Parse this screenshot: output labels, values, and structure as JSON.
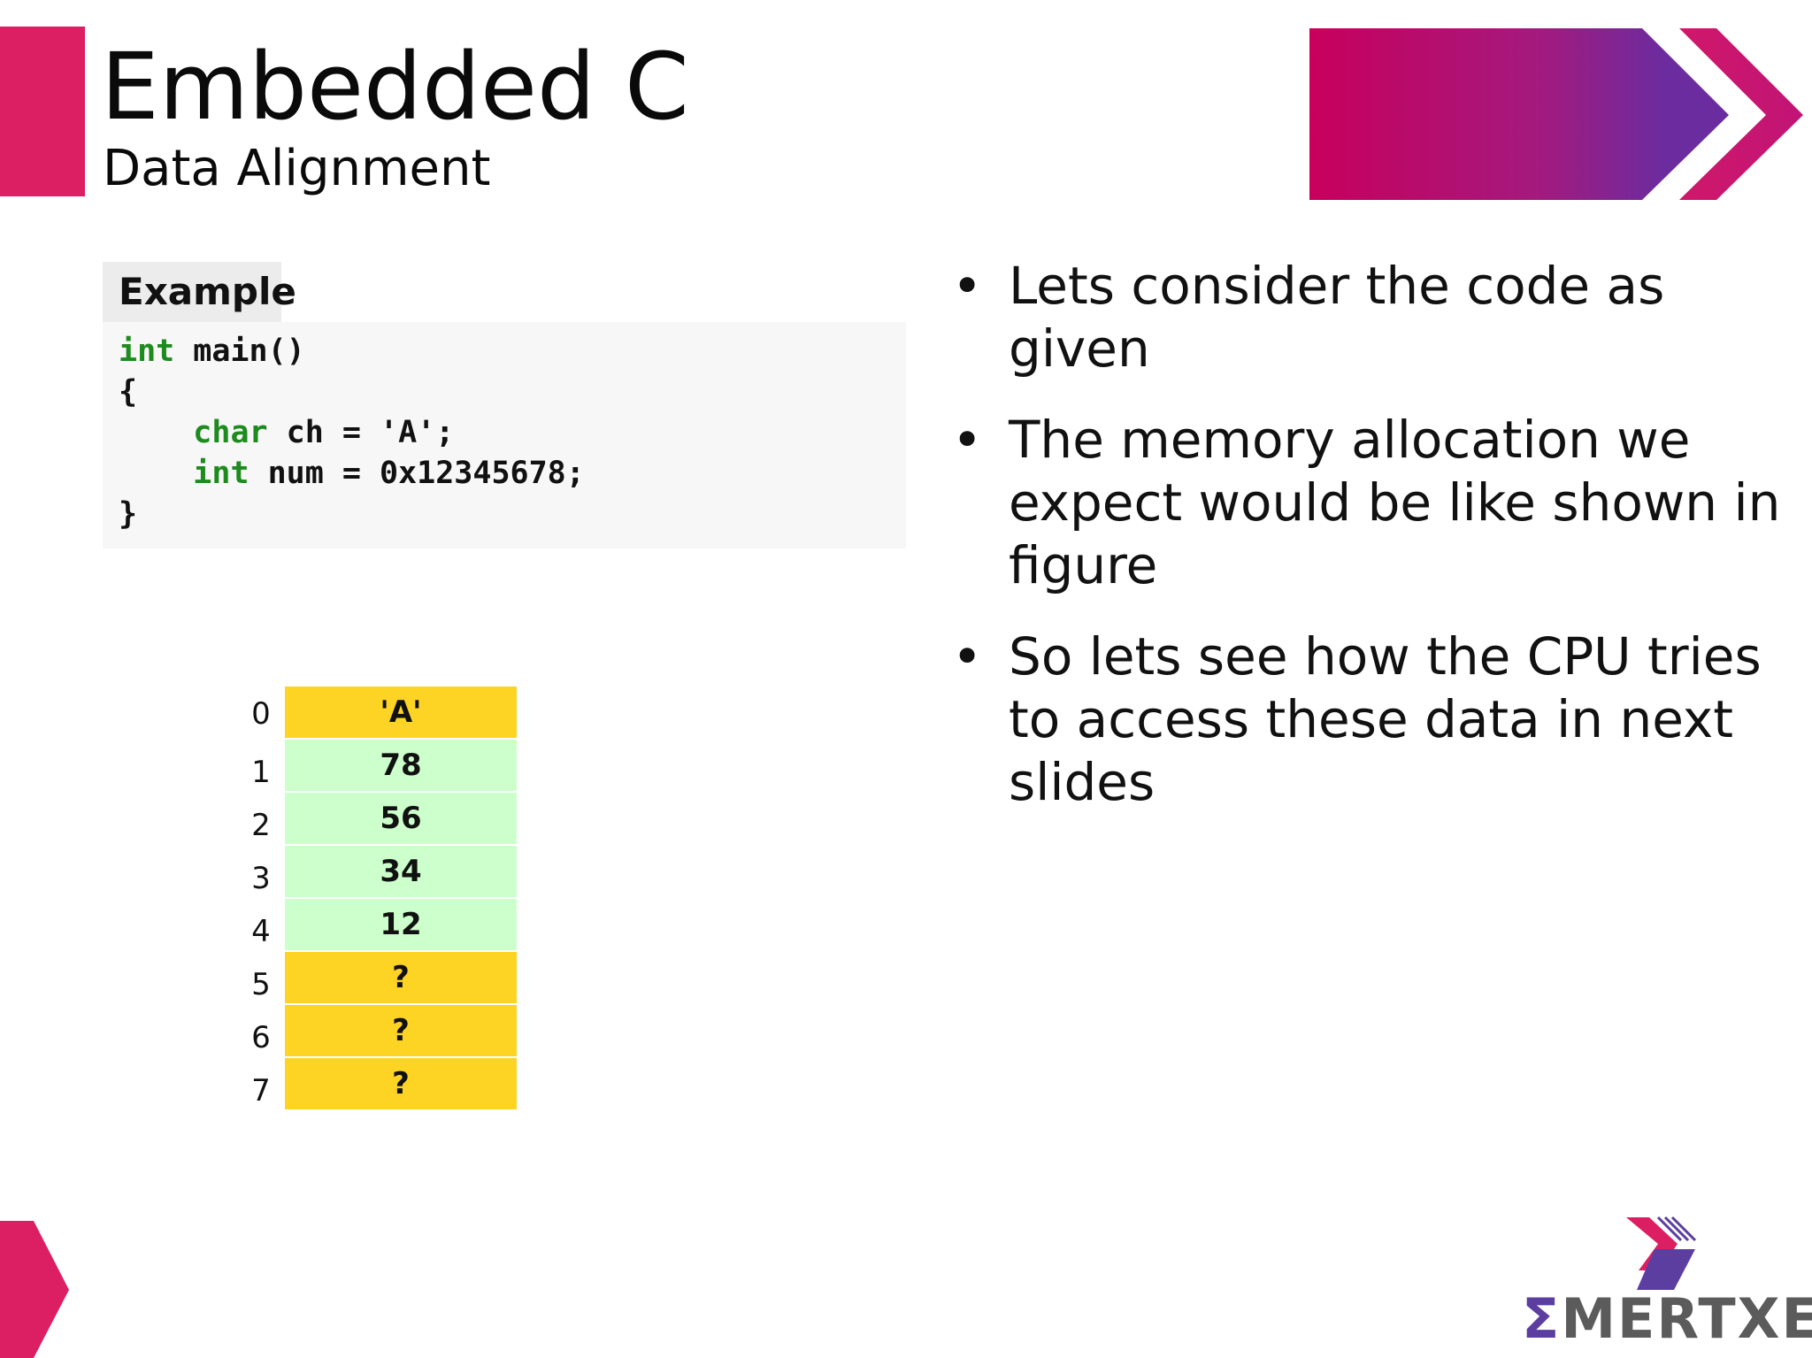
{
  "header": {
    "title": "Embedded C",
    "subtitle": "Data Alignment"
  },
  "example": {
    "tab_label": "Example",
    "code_lines": [
      [
        {
          "t": "int",
          "kw": true
        },
        {
          "t": " main()",
          "kw": false
        }
      ],
      [
        {
          "t": "{",
          "kw": false
        }
      ],
      [
        {
          "t": "    ",
          "kw": false
        },
        {
          "t": "char",
          "kw": true
        },
        {
          "t": " ch = 'A';",
          "kw": false
        }
      ],
      [
        {
          "t": "    ",
          "kw": false
        },
        {
          "t": "int",
          "kw": true
        },
        {
          "t": " num = 0x12345678;",
          "kw": false
        }
      ],
      [
        {
          "t": "}",
          "kw": false
        }
      ]
    ]
  },
  "memory": {
    "cells": [
      {
        "index": "0",
        "value": "'A'",
        "kind": "char"
      },
      {
        "index": "1",
        "value": "78",
        "kind": "int"
      },
      {
        "index": "2",
        "value": "56",
        "kind": "int"
      },
      {
        "index": "3",
        "value": "34",
        "kind": "int"
      },
      {
        "index": "4",
        "value": "12",
        "kind": "int"
      },
      {
        "index": "5",
        "value": "?",
        "kind": "unknown"
      },
      {
        "index": "6",
        "value": "?",
        "kind": "unknown"
      },
      {
        "index": "7",
        "value": "?",
        "kind": "unknown"
      }
    ]
  },
  "bullets": [
    "Lets consider the code as given",
    "The memory allocation we expect would be like shown in figure",
    "So lets see how the CPU tries to access these data in next slides"
  ],
  "logo": {
    "sigma": "Σ",
    "rest": "MERTXE"
  },
  "colors": {
    "accent": "#dc1e63",
    "purple": "#6b2c9f",
    "char_cell": "#fdd324",
    "int_cell": "#ccffcc",
    "unknown_cell": "#fdd324",
    "keyword": "#1d8b1d"
  }
}
